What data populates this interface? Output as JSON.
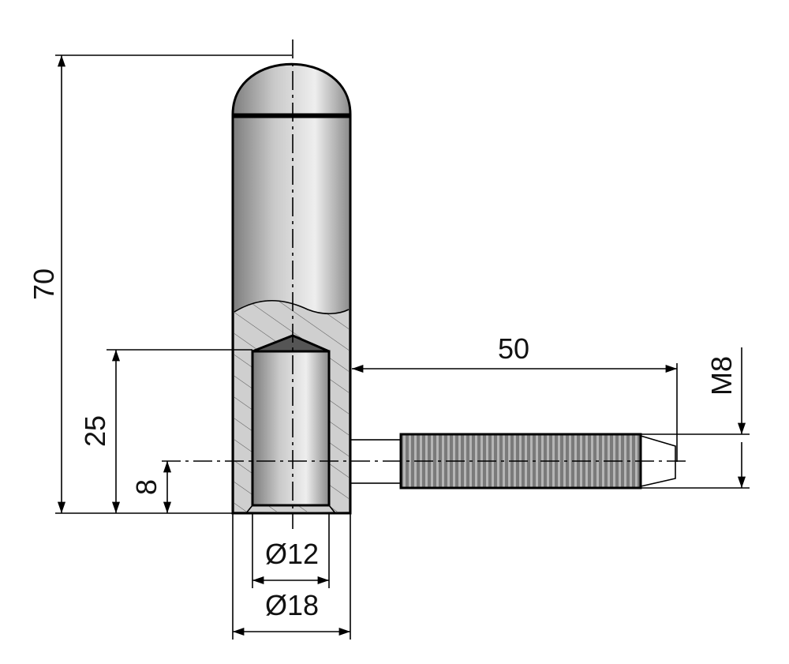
{
  "dimensions": {
    "overall_height": "70",
    "bore_depth": "25",
    "pin_height": "8",
    "pin_length": "50",
    "thread": "M8",
    "bore_diameter": "Ø12",
    "body_diameter": "Ø18"
  },
  "colors": {
    "line": "#000000",
    "metal": "#c8c8c8",
    "thread": "#8a8a8a"
  }
}
